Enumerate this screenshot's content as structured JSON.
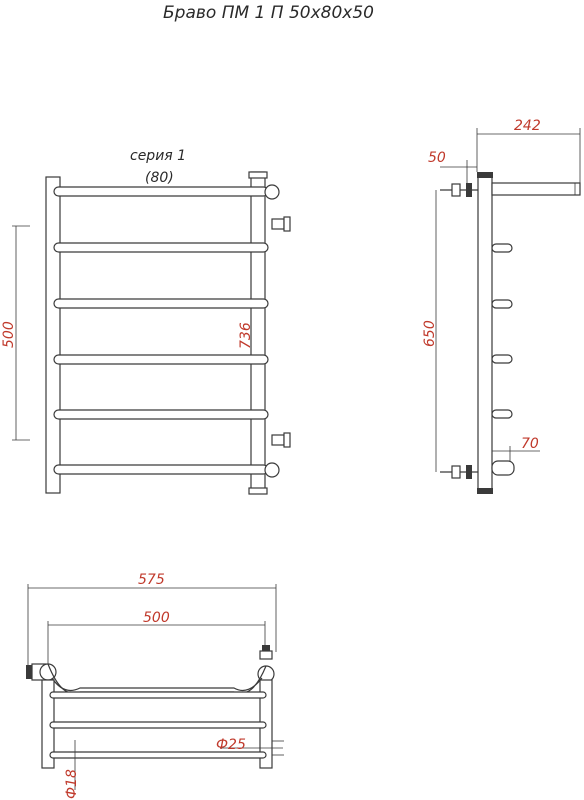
{
  "title": "Браво ПМ 1 П 50х80х50",
  "front_view": {
    "series_label": "серия 1",
    "series_value": "(80)",
    "dim_height": "500",
    "dim_total": "736"
  },
  "side_view": {
    "dim_depth": "242",
    "dim_offset": "50",
    "dim_connection": "650",
    "dim_bottom": "70"
  },
  "top_view": {
    "dim_overall": "575",
    "dim_axis": "500",
    "dim_pipe": "Ф25",
    "dim_rung": "Ф18"
  },
  "colors": {
    "dimension": "#c0392b",
    "line": "#3a3a3a"
  }
}
